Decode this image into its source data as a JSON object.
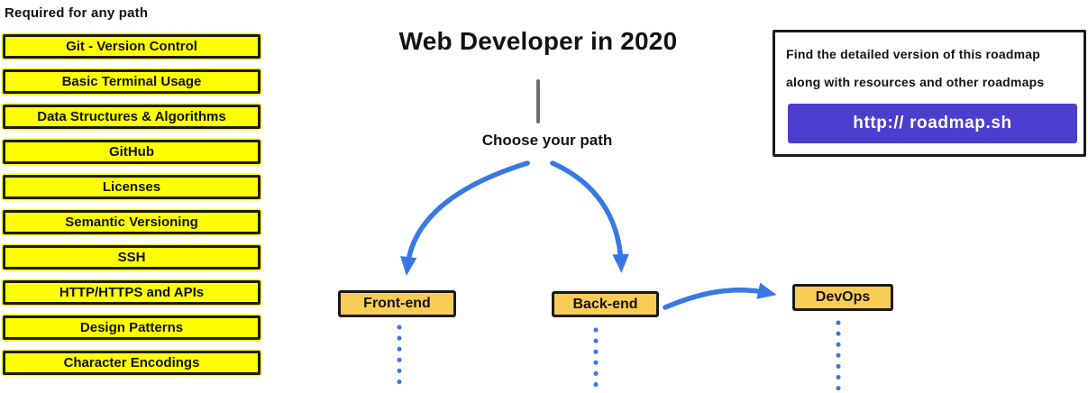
{
  "sidebar": {
    "header": "Required for any path",
    "items": [
      "Git - Version Control",
      "Basic Terminal Usage",
      "Data Structures & Algorithms",
      "GitHub",
      "Licenses",
      "Semantic Versioning",
      "SSH",
      "HTTP/HTTPS and APIs",
      "Design Patterns",
      "Character Encodings"
    ]
  },
  "main": {
    "title": "Web Developer in 2020",
    "choose_label": "Choose your path",
    "paths": [
      {
        "id": "front-end",
        "label": "Front-end"
      },
      {
        "id": "back-end",
        "label": "Back-end"
      },
      {
        "id": "devops",
        "label": "DevOps"
      }
    ]
  },
  "info_box": {
    "line1": "Find the detailed version of this roadmap",
    "line2": "along with resources and other roadmaps",
    "link_label": "http:// roadmap.sh"
  },
  "colors": {
    "highlight_yellow": "#FFFF00",
    "node_orange": "#F9CC55",
    "arrow_blue": "#3778E3",
    "link_purple": "#4B3ECC",
    "stem_gray": "#6E6E6E"
  }
}
